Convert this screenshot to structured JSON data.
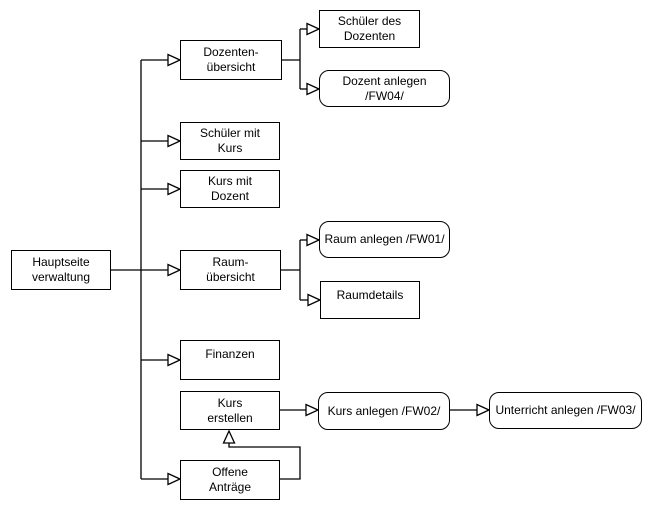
{
  "diagram": {
    "background_color": "#ffffff",
    "stroke_color": "#000000",
    "box_fill_color": "#ffffff",
    "text_color": "#000000",
    "nodes": [
      {
        "id": "hauptseite-verwaltung",
        "label": "Hauptseite\nverwaltung",
        "shape": "rectangle"
      },
      {
        "id": "dozenten-uebersicht",
        "label": "Dozenten-\nübersicht",
        "shape": "rectangle"
      },
      {
        "id": "schueler-des-dozenten",
        "label": "Schüler des\nDozenten",
        "shape": "rectangle"
      },
      {
        "id": "dozent-anlegen",
        "label": "Dozent anlegen /FW04/",
        "shape": "rounded"
      },
      {
        "id": "schueler-mit-kurs",
        "label": "Schüler mit\nKurs",
        "shape": "rectangle"
      },
      {
        "id": "kurs-mit-dozent",
        "label": "Kurs mit\nDozent",
        "shape": "rectangle"
      },
      {
        "id": "raum-uebersicht",
        "label": "Raum-\nübersicht",
        "shape": "rectangle"
      },
      {
        "id": "raum-anlegen",
        "label": "Raum anlegen /FW01/",
        "shape": "rounded"
      },
      {
        "id": "raumdetails",
        "label": "Raumdetails",
        "shape": "rectangle"
      },
      {
        "id": "finanzen",
        "label": "Finanzen",
        "shape": "rectangle"
      },
      {
        "id": "kurs-erstellen",
        "label": "Kurs\nerstellen",
        "shape": "rectangle"
      },
      {
        "id": "kurs-anlegen",
        "label": "Kurs anlegen /FW02/",
        "shape": "rounded"
      },
      {
        "id": "unterricht-anlegen",
        "label": "Unterricht anlegen /FW03/",
        "shape": "rounded"
      },
      {
        "id": "offene-antraege",
        "label": "Offene\nAnträge",
        "shape": "rectangle"
      }
    ],
    "edges": [
      {
        "from": "hauptseite-verwaltung",
        "to": "dozenten-uebersicht"
      },
      {
        "from": "hauptseite-verwaltung",
        "to": "schueler-mit-kurs"
      },
      {
        "from": "hauptseite-verwaltung",
        "to": "kurs-mit-dozent"
      },
      {
        "from": "hauptseite-verwaltung",
        "to": "raum-uebersicht"
      },
      {
        "from": "hauptseite-verwaltung",
        "to": "finanzen"
      },
      {
        "from": "hauptseite-verwaltung",
        "to": "offene-antraege"
      },
      {
        "from": "dozenten-uebersicht",
        "to": "schueler-des-dozenten"
      },
      {
        "from": "dozenten-uebersicht",
        "to": "dozent-anlegen"
      },
      {
        "from": "raum-uebersicht",
        "to": "raum-anlegen"
      },
      {
        "from": "raum-uebersicht",
        "to": "raumdetails"
      },
      {
        "from": "kurs-erstellen",
        "to": "kurs-anlegen"
      },
      {
        "from": "kurs-anlegen",
        "to": "unterricht-anlegen"
      },
      {
        "from": "offene-antraege",
        "to": "kurs-erstellen"
      }
    ]
  }
}
